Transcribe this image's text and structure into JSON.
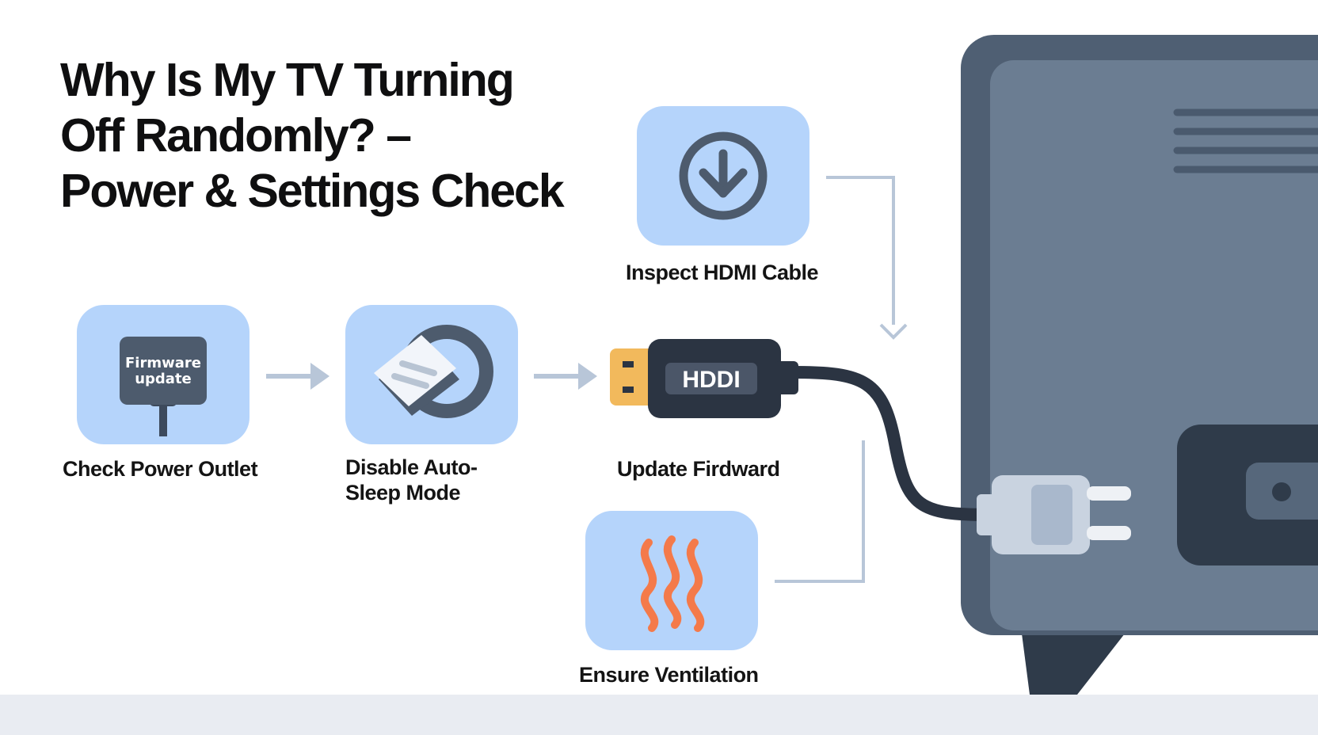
{
  "title": {
    "line1": "Why Is My TV Turning",
    "line2": "Off Randomly? –",
    "line3": "Power & Settings Check"
  },
  "steps": {
    "check_power_outlet": {
      "label": "Check Power Outlet",
      "icon": "firmware-update-box-icon",
      "icon_text_line1": "Firmware",
      "icon_text_line2": "update"
    },
    "disable_auto_sleep": {
      "label_line1": "Disable Auto-",
      "label_line2": "Sleep Mode",
      "icon": "sleep-mode-icon"
    },
    "update_firmware": {
      "label": "Update Firdward",
      "icon": "hdmi-plug-icon",
      "plug_text": "HDDI"
    },
    "inspect_hdmi": {
      "label": "Inspect HDMI Cable",
      "icon": "download-circle-icon"
    },
    "ventilation": {
      "label": "Ensure Ventilation",
      "icon": "heat-waves-icon"
    }
  },
  "colors": {
    "card": "#b5d4fb",
    "arrow": "#b8c6d8",
    "tv_frame": "#4f5f73",
    "tv_panel": "#6b7d92",
    "tv_dark": "#2f3b4a",
    "plug_gold": "#f2b95c",
    "heat": "#f47a4a",
    "floor": "#e9ecf2"
  }
}
